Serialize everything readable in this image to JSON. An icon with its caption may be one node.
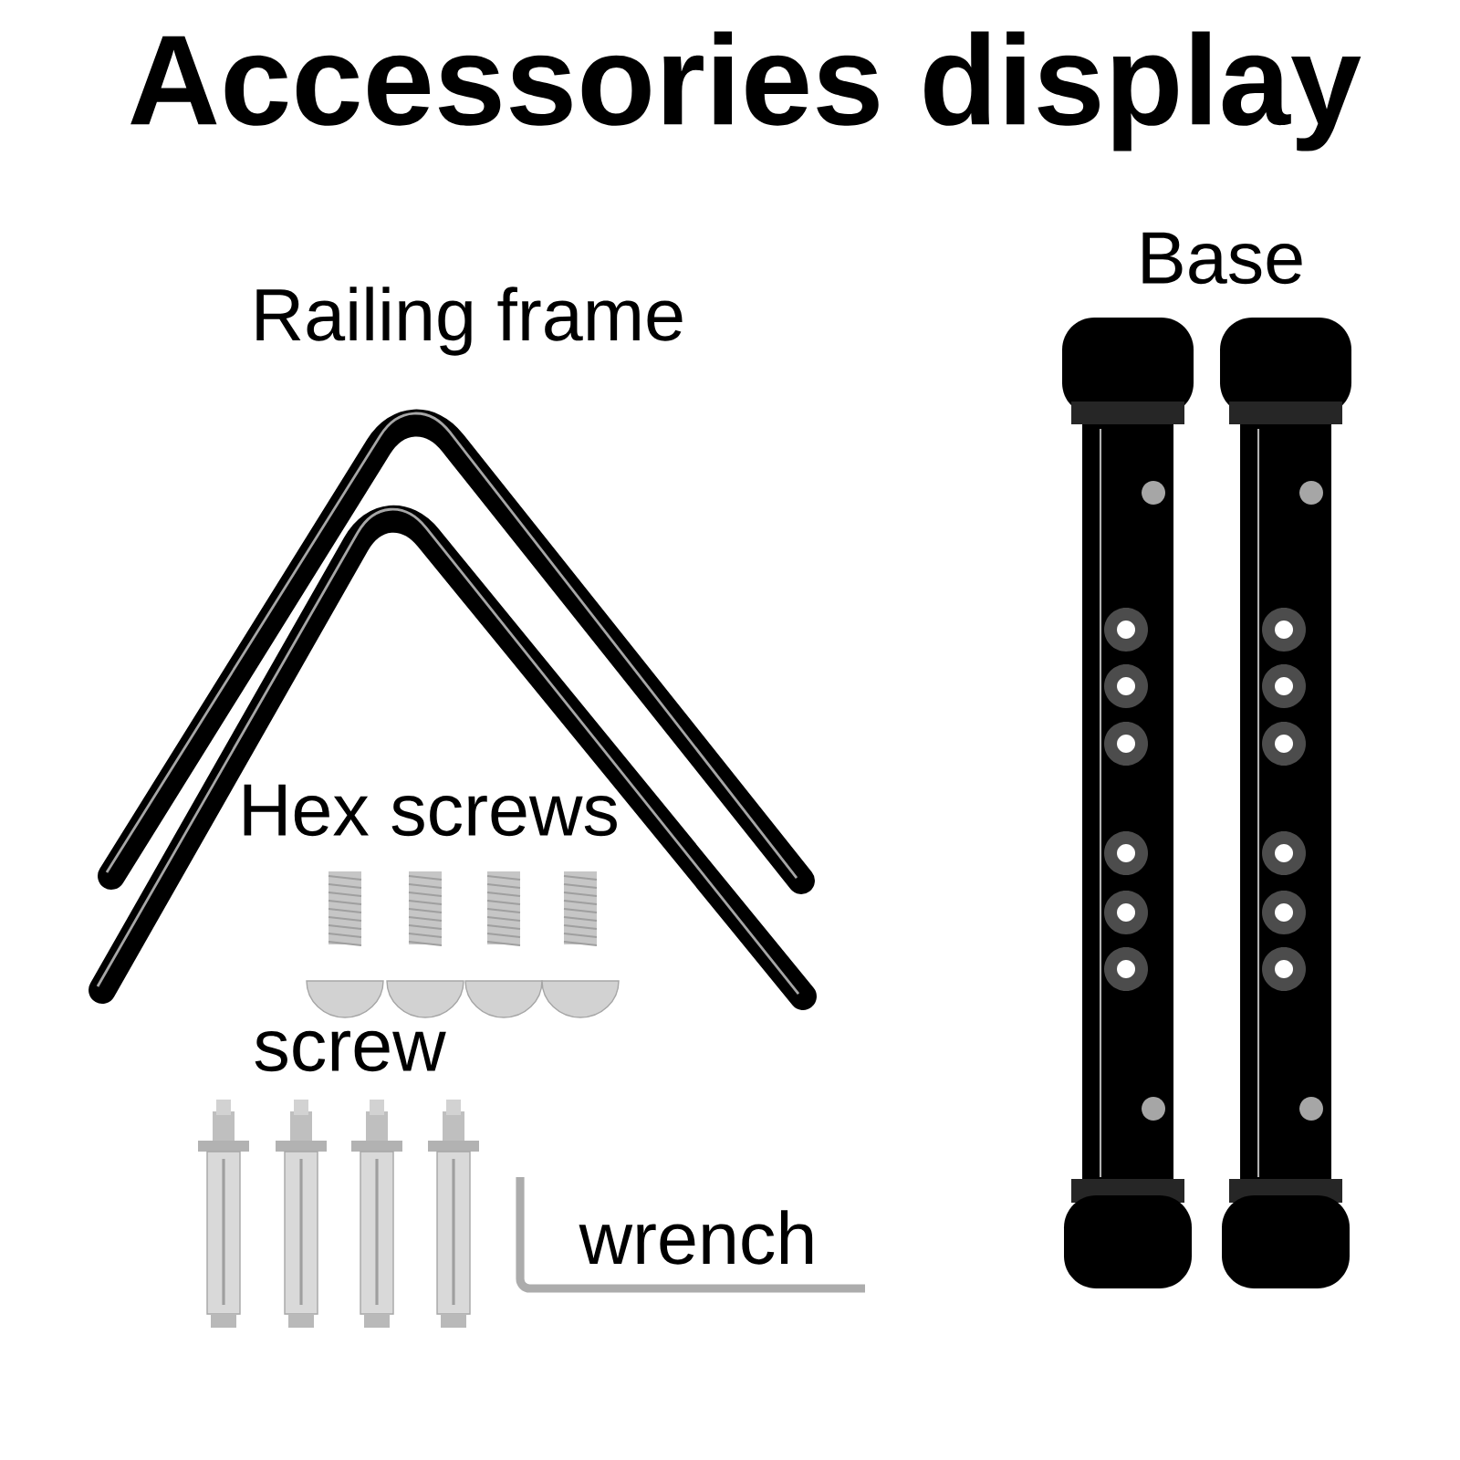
{
  "diagram": {
    "title": "Accessories display",
    "labels": [
      "Base",
      "Railing frame",
      "Hex screws",
      "screw",
      "wrench"
    ]
  }
}
